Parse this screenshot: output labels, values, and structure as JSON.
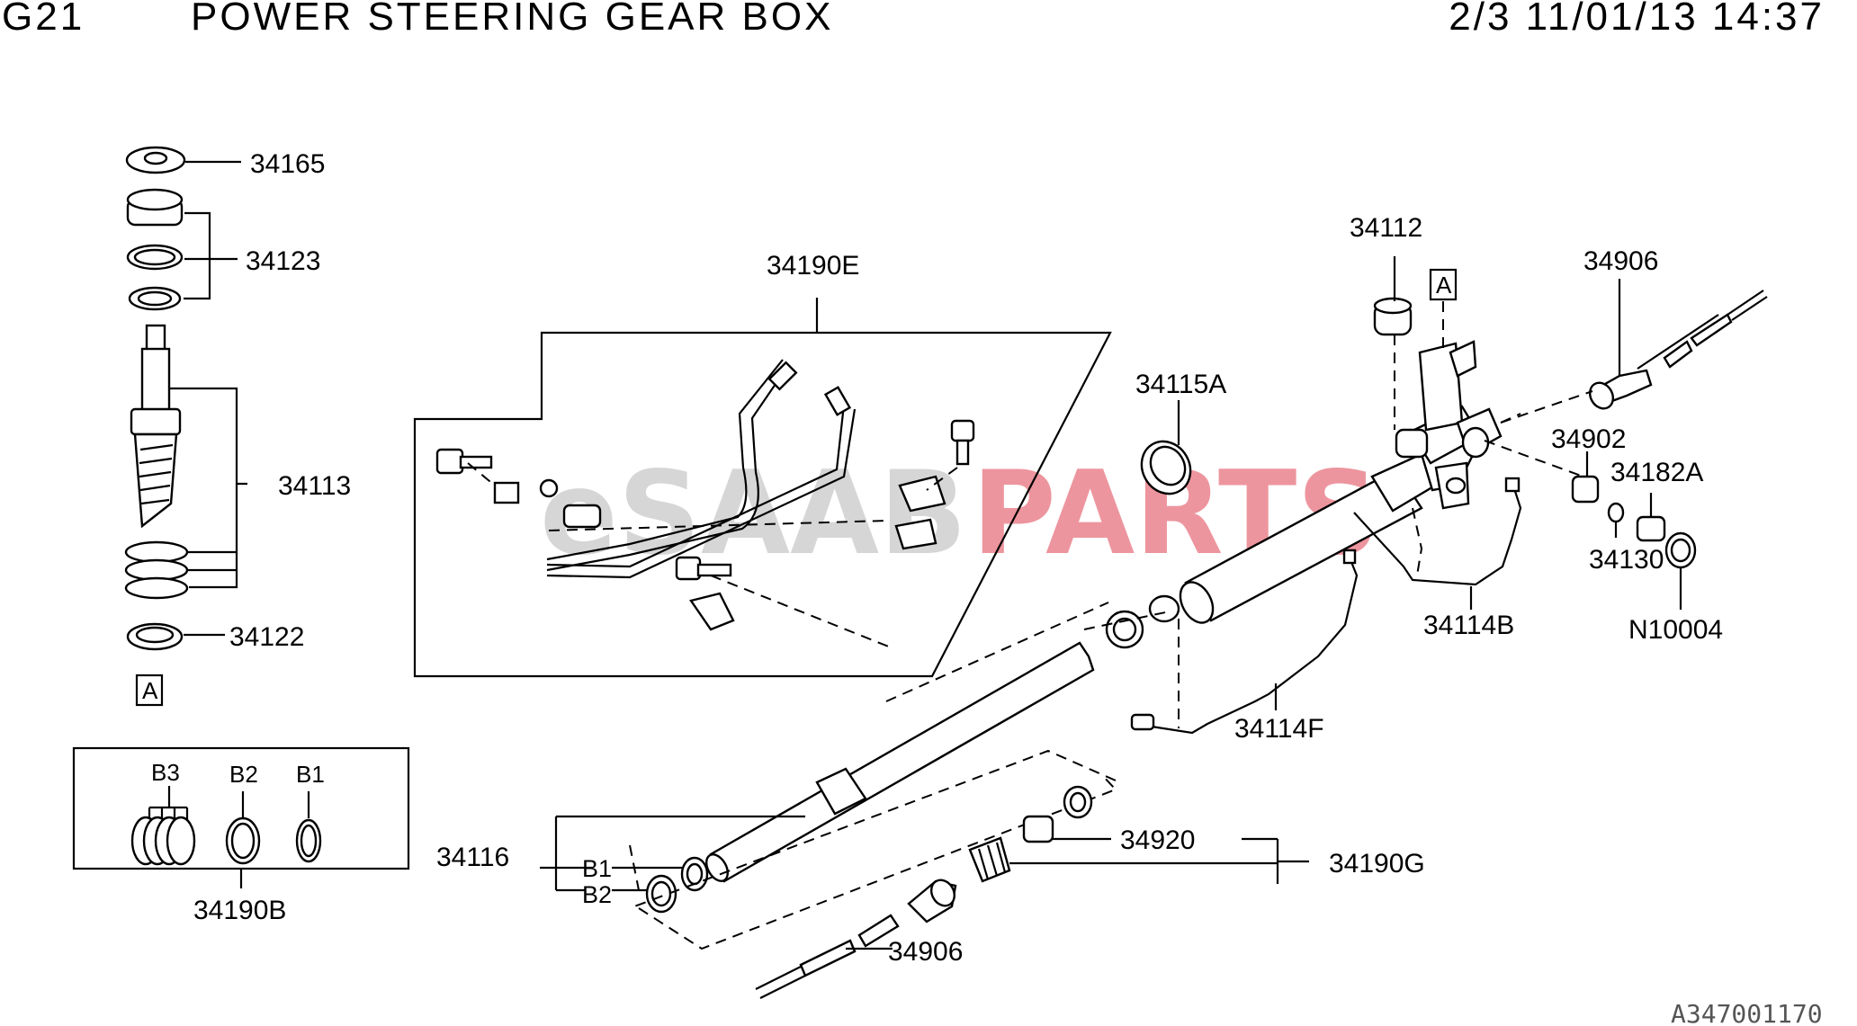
{
  "header": {
    "code": "G21",
    "title": "POWER STEERING GEAR BOX",
    "meta": "2/3 11/01/13 14:37"
  },
  "watermark": {
    "brand_left": "eSAAB",
    "brand_right": "PARTS",
    "colors": {
      "left": "#c9c9c9",
      "right": "#e8727e"
    }
  },
  "callouts": {
    "p34165": "34165",
    "p34123": "34123",
    "p34113": "34113",
    "p34122": "34122",
    "ref_a_left": "A",
    "p34190e": "34190E",
    "p34112": "34112",
    "ref_a_right": "A",
    "p34906_top": "34906",
    "p34115a": "34115A",
    "p34902": "34902",
    "p34182a": "34182A",
    "p34130": "34130",
    "p34114b": "34114B",
    "n10004": "N10004",
    "p34114f": "34114F",
    "p34116": "34116",
    "b1_main": "B1",
    "b2_main": "B2",
    "p34920": "34920",
    "p34190g": "34190G",
    "p34906_bottom": "34906",
    "p34190b": "34190B",
    "inset_b3": "B3",
    "inset_b2": "B2",
    "inset_b1": "B1"
  },
  "footer": {
    "drawing_code": "A347001170"
  }
}
